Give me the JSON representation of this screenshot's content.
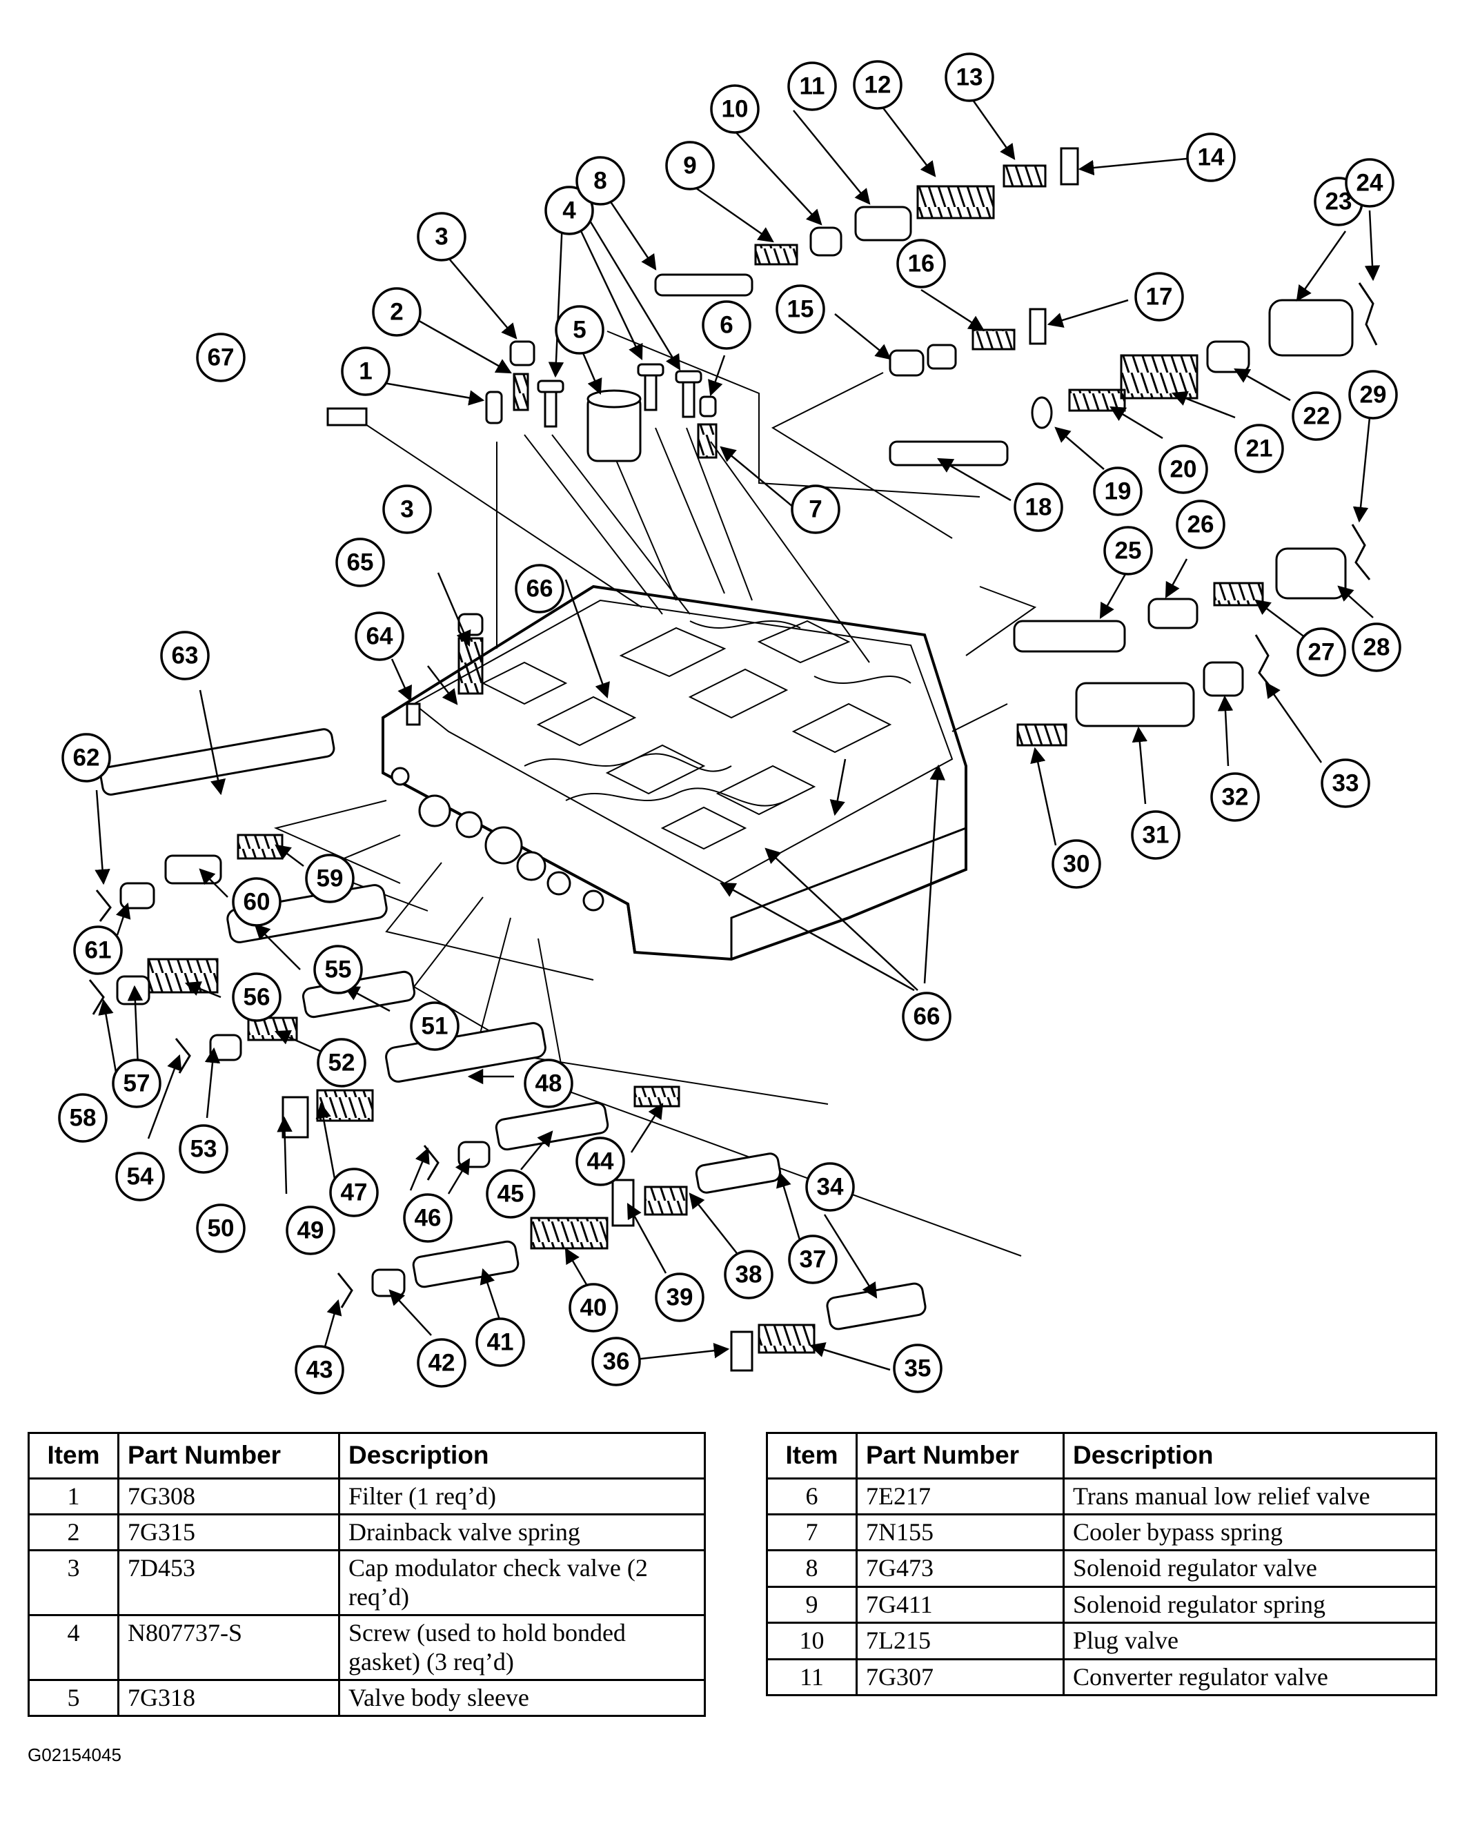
{
  "figure_id": "G02154045",
  "callouts": [
    "1",
    "2",
    "3",
    "3",
    "4",
    "5",
    "6",
    "7",
    "8",
    "9",
    "10",
    "11",
    "12",
    "13",
    "14",
    "15",
    "16",
    "17",
    "18",
    "19",
    "20",
    "21",
    "22",
    "23",
    "24",
    "25",
    "26",
    "27",
    "28",
    "29",
    "30",
    "31",
    "32",
    "33",
    "34",
    "35",
    "36",
    "37",
    "38",
    "39",
    "40",
    "41",
    "42",
    "43",
    "44",
    "45",
    "46",
    "47",
    "48",
    "49",
    "50",
    "51",
    "52",
    "53",
    "54",
    "55",
    "56",
    "57",
    "58",
    "59",
    "60",
    "61",
    "62",
    "63",
    "64",
    "65",
    "66",
    "66",
    "67"
  ],
  "table_left": {
    "headers": {
      "item": "Item",
      "part": "Part Number",
      "desc": "Description"
    },
    "rows": [
      {
        "item": "1",
        "part": "7G308",
        "desc": "Filter (1 req’d)"
      },
      {
        "item": "2",
        "part": "7G315",
        "desc": "Drainback valve spring"
      },
      {
        "item": "3",
        "part": "7D453",
        "desc": "Cap modulator check valve (2 req’d)"
      },
      {
        "item": "4",
        "part": "N807737-S",
        "desc": "Screw (used to hold bonded gasket) (3 req’d)"
      },
      {
        "item": "5",
        "part": "7G318",
        "desc": "Valve body sleeve"
      }
    ]
  },
  "table_right": {
    "headers": {
      "item": "Item",
      "part": "Part Number",
      "desc": "Description"
    },
    "rows": [
      {
        "item": "6",
        "part": "7E217",
        "desc": "Trans manual low relief valve"
      },
      {
        "item": "7",
        "part": "7N155",
        "desc": "Cooler bypass spring"
      },
      {
        "item": "8",
        "part": "7G473",
        "desc": "Solenoid regulator valve"
      },
      {
        "item": "9",
        "part": "7G411",
        "desc": "Solenoid regulator spring"
      },
      {
        "item": "10",
        "part": "7L215",
        "desc": "Plug valve"
      },
      {
        "item": "11",
        "part": "7G307",
        "desc": "Converter regulator valve"
      }
    ]
  }
}
